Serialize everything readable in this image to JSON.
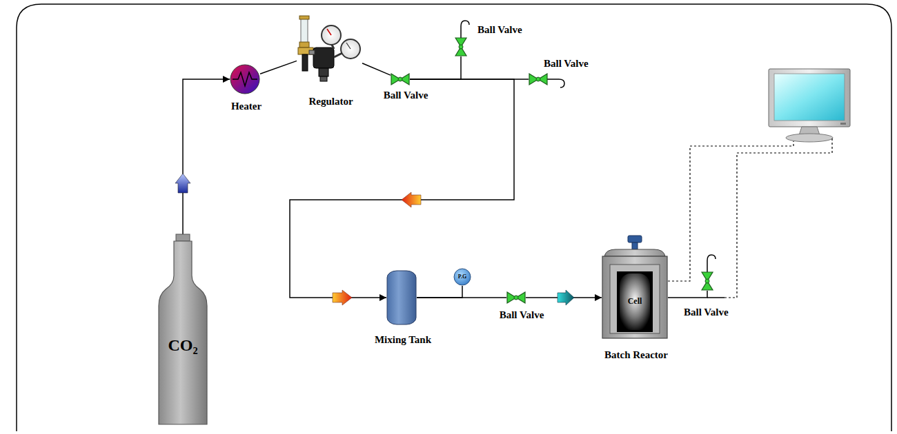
{
  "diagram": {
    "nodes": [
      {
        "text": [
          "CO₂"
        ]
      },
      {
        "text": [
          "Heater"
        ]
      },
      {
        "text": [
          "Regulator"
        ]
      },
      {
        "text": [
          "Ball Valve"
        ]
      },
      {
        "text": [
          "Ball Valve"
        ]
      },
      {
        "text": [
          "Ball Valve"
        ]
      },
      {
        "text": [
          "Mixing Tank"
        ]
      },
      {
        "text": [
          "P.G"
        ]
      },
      {
        "text": [
          "Ball Valve"
        ]
      },
      {
        "text": [
          "Batch Reactor"
        ]
      },
      {
        "text": [
          "Cell"
        ],
        "in": 9
      },
      {
        "text": [
          "Ball Valve"
        ]
      }
    ],
    "edges": [
      {
        "from": 0,
        "to": 1,
        "arrow": "to"
      },
      {
        "from": 1,
        "to": 2,
        "arrow": "none"
      },
      {
        "from": 2,
        "to": 3,
        "arrow": "none"
      },
      {
        "from": 3,
        "to": 4,
        "arrow": "none"
      },
      {
        "from": 3,
        "to": 5,
        "arrow": "none"
      },
      {
        "from": 3,
        "to": 6,
        "arrow": "to"
      },
      {
        "from": 6,
        "to": 7,
        "arrow": "none"
      },
      {
        "from": 6,
        "to": 8,
        "arrow": "none"
      },
      {
        "from": 8,
        "to": 9,
        "arrow": "to"
      },
      {
        "from": 9,
        "to": 11,
        "arrow": "none"
      }
    ]
  }
}
